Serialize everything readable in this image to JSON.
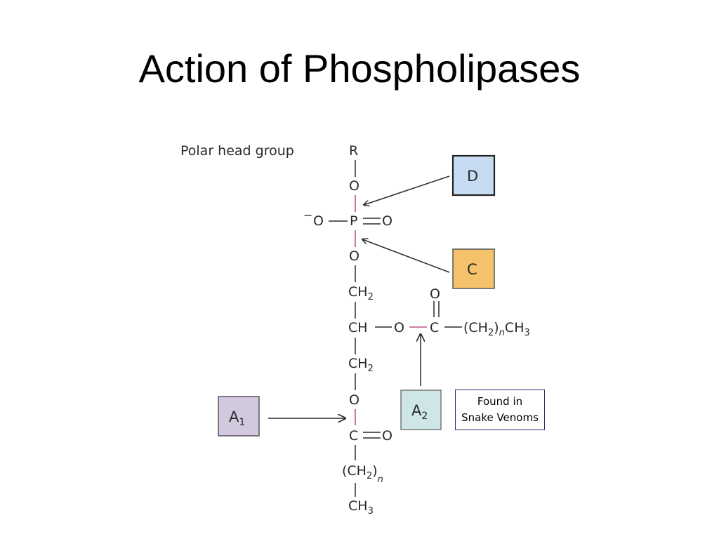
{
  "title": "Action of Phospholipases",
  "polar_head_label": "Polar head group",
  "structure": {
    "r": "R",
    "o_top": "O",
    "o_minus_charge": "−",
    "o_left": "O",
    "p": "P",
    "o_right": "O",
    "o_mid": "O",
    "ch2_upper": {
      "base": "CH",
      "sub": "2"
    },
    "ch": "CH",
    "ester_o": "O",
    "carbonyl_c": "C",
    "carbonyl_o_top": "O",
    "sn2_chain": {
      "open": "(CH",
      "sub": "2",
      "close": ")",
      "n": "n",
      "end": "CH",
      "end_sub": "3"
    },
    "ch2_lower": {
      "base": "CH",
      "sub": "2"
    },
    "o_lower": "O",
    "c_lower": "C",
    "o_lower_right": "O",
    "sn1_chain": {
      "open": "(CH",
      "sub": "2",
      "close": ")",
      "n": "n"
    },
    "ch3_end": {
      "base": "CH",
      "sub": "3"
    }
  },
  "enzymes": {
    "d": {
      "label": "D",
      "color": "#c7dcf2"
    },
    "c": {
      "label": "C",
      "color": "#f5c26b"
    },
    "a1": {
      "label": "A",
      "sub": "1",
      "color": "#d3c9de"
    },
    "a2": {
      "label": "A",
      "sub": "2",
      "color": "#cfe6e6"
    }
  },
  "note": {
    "line1": "Found in",
    "line2": "Snake Venoms"
  },
  "colors": {
    "cleavage_bond": "#c0508a",
    "box_border": "#555555",
    "note_border": "#2a2a7a"
  }
}
